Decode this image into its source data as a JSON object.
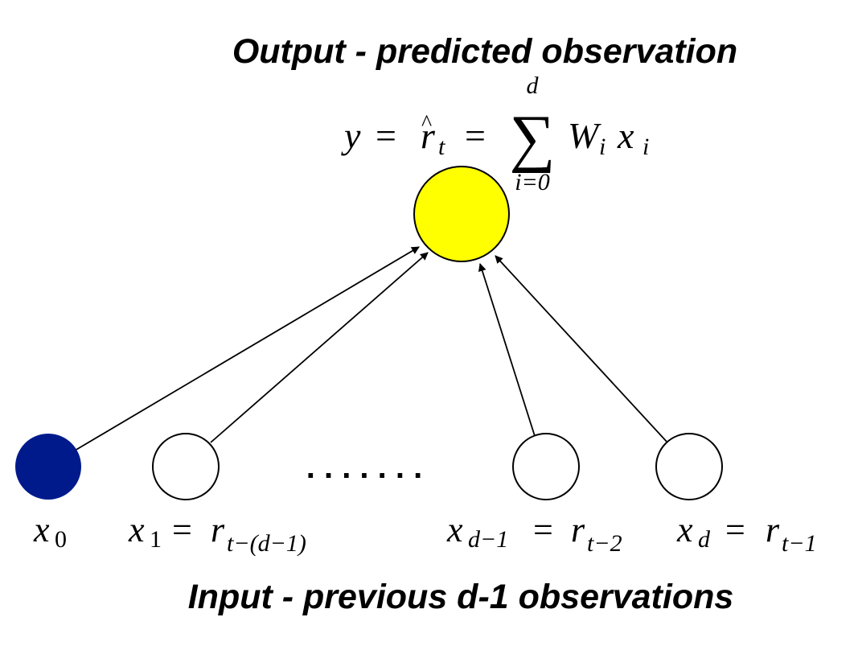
{
  "output_title": "Output - predicted observation",
  "input_title": "Input - previous d-1 observations",
  "equation": {
    "lhs_y": "y",
    "equals": "=",
    "r": "r",
    "hat": "^",
    "t": "t",
    "sum_symbol": "∑",
    "sum_upper": "d",
    "sum_lower": "i=0",
    "W": "W",
    "i": "i",
    "x": "x"
  },
  "ellipsis": ". . . . . . .",
  "inputs": [
    {
      "var": "x",
      "sub": "0",
      "rhs": "",
      "rhs_sub": ""
    },
    {
      "var": "x",
      "sub": "1",
      "rhs": "r",
      "rhs_sub": "t−(d−1)"
    },
    {
      "var": "x",
      "sub": "d−1",
      "rhs": "r",
      "rhs_sub": "t−2"
    },
    {
      "var": "x",
      "sub": "d",
      "rhs": "r",
      "rhs_sub": "t−1"
    }
  ],
  "colors": {
    "output_node": "#ffff00",
    "bias_node": "#001a8c",
    "input_node": "#ffffff",
    "stroke": "#000000"
  }
}
